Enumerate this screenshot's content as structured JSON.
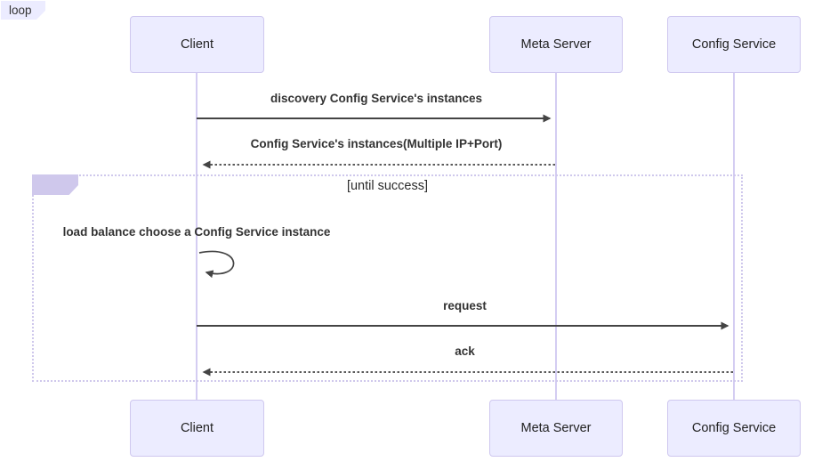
{
  "diagram": {
    "type": "sequence",
    "actors": [
      {
        "name": "Client"
      },
      {
        "name": "Meta Server"
      },
      {
        "name": "Config Service"
      }
    ],
    "messages": [
      {
        "label": "discovery Config Service's instances",
        "from": "Client",
        "to": "Meta Server",
        "line": "solid"
      },
      {
        "label": "Config Service's instances(Multiple IP+Port)",
        "from": "Meta Server",
        "to": "Client",
        "line": "dashed"
      },
      {
        "label": "load balance choose a Config Service instance",
        "from": "Client",
        "to": "Client",
        "line": "self"
      },
      {
        "label": "request",
        "from": "Client",
        "to": "Config Service",
        "line": "solid"
      },
      {
        "label": "ack",
        "from": "Config Service",
        "to": "Client",
        "line": "dashed"
      }
    ],
    "loop": {
      "title": "loop",
      "condition": "[until success]"
    },
    "colors": {
      "actor_fill": "#ECECFF",
      "actor_border": "#cfc8ef",
      "lifeline": "#d4cdf2",
      "loop_border": "#cfc8ec",
      "signal": "#444444",
      "text": "#333333"
    }
  }
}
